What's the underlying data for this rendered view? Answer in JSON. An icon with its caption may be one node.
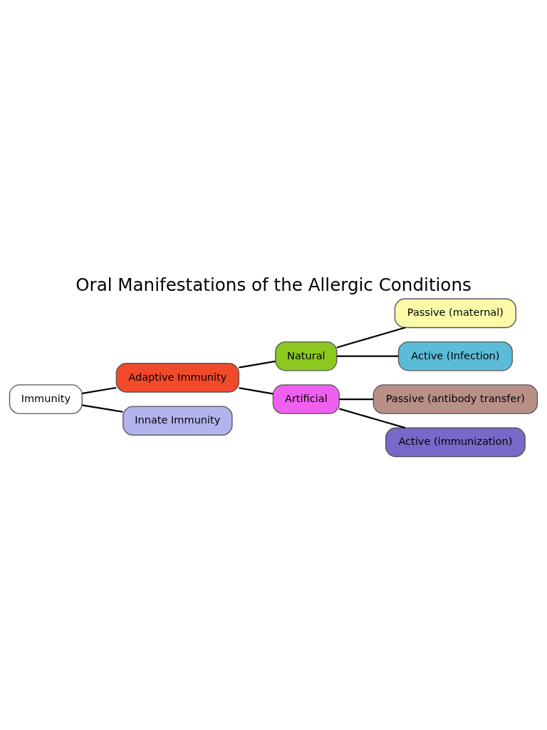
{
  "diagram": {
    "title": "Oral Manifestations of the Allergic Conditions",
    "nodes": [
      {
        "text": [
          "Immunity"
        ]
      },
      {
        "text": [
          "Adaptive Immunity"
        ]
      },
      {
        "text": [
          "Innate Immunity"
        ]
      },
      {
        "text": [
          "Natural"
        ]
      },
      {
        "text": [
          "Artificial"
        ]
      },
      {
        "text": [
          "Passive (maternal)"
        ]
      },
      {
        "text": [
          "Active (Infection)"
        ]
      },
      {
        "text": [
          "Passive (antibody transfer)"
        ]
      },
      {
        "text": [
          "Active (immunization)"
        ]
      }
    ],
    "edges": [
      {
        "from": 0,
        "to": 1,
        "arrow": "none"
      },
      {
        "from": 0,
        "to": 2,
        "arrow": "none"
      },
      {
        "from": 1,
        "to": 3,
        "arrow": "none"
      },
      {
        "from": 1,
        "to": 4,
        "arrow": "none"
      },
      {
        "from": 3,
        "to": 5,
        "arrow": "none"
      },
      {
        "from": 3,
        "to": 6,
        "arrow": "none"
      },
      {
        "from": 4,
        "to": 7,
        "arrow": "none"
      },
      {
        "from": 4,
        "to": 8,
        "arrow": "none"
      }
    ]
  }
}
